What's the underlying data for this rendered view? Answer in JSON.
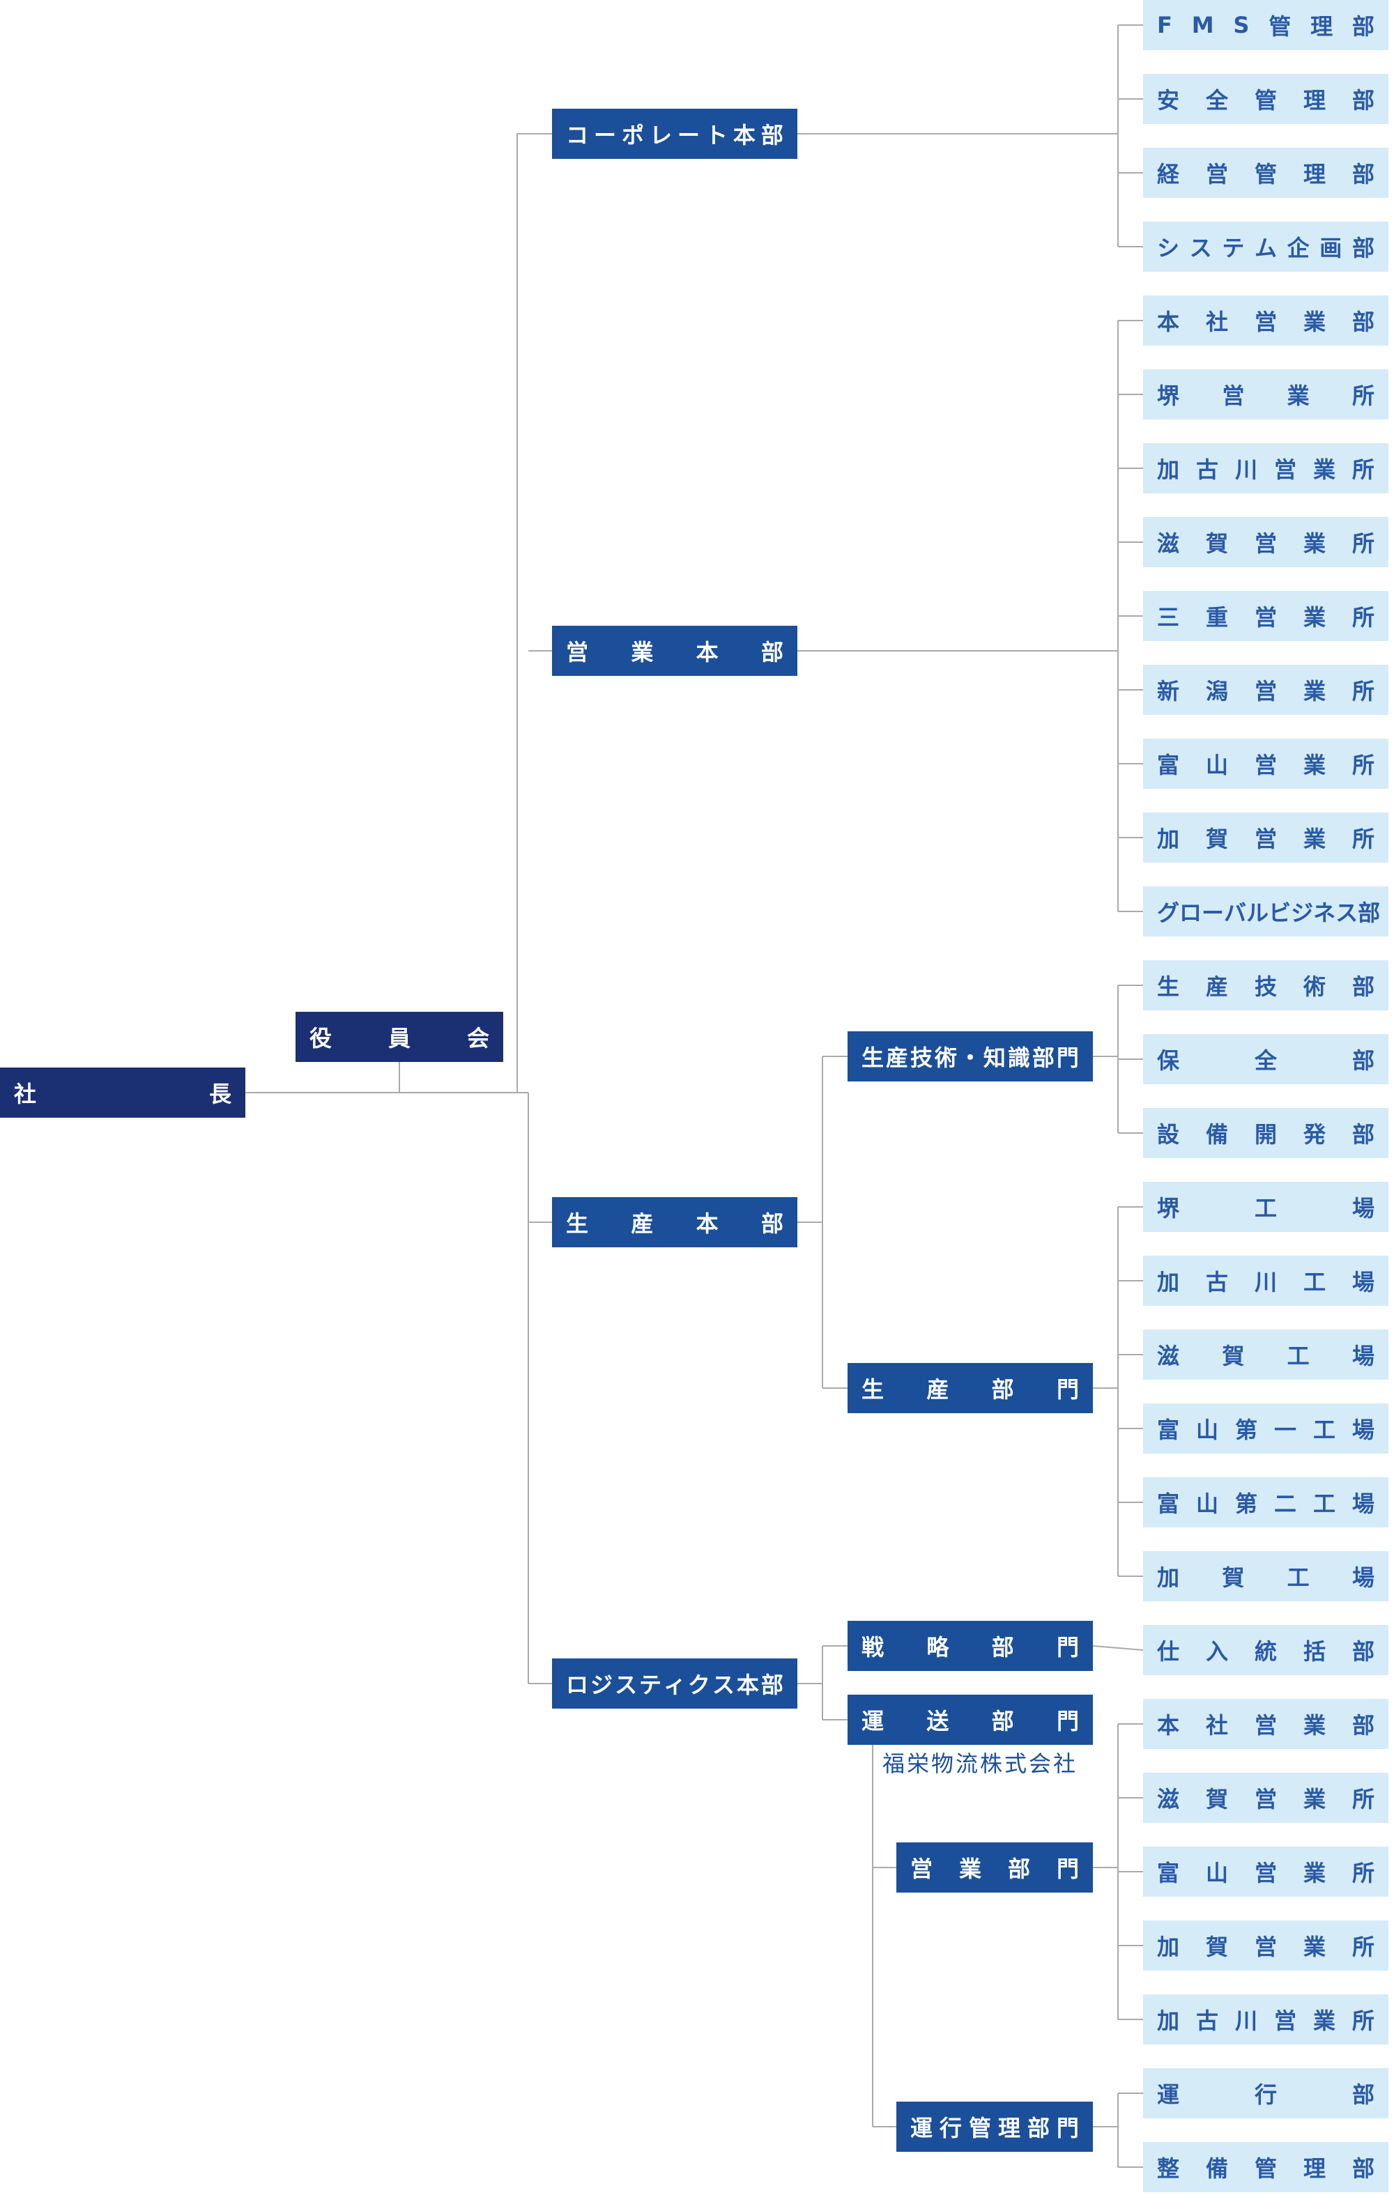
{
  "president": "社長",
  "board": "役員会",
  "divisions": {
    "corporate": "コーポレート本部",
    "sales": "営業本部",
    "production": "生産本部",
    "logistics": "ロジスティクス本部"
  },
  "sections": {
    "tech_knowledge": "生産技術・知識部門",
    "production": "生産部門",
    "strategy": "戦略部門",
    "transport": "運送部門",
    "sales": "営業部門",
    "operation": "運行管理部門"
  },
  "subsidiary": "福栄物流株式会社",
  "departments": {
    "corporate": [
      "FMS管理部",
      "安全管理部",
      "経営管理部",
      "システム企画部"
    ],
    "sales": [
      "本社営業部",
      "堺営業所",
      "加古川営業所",
      "滋賀営業所",
      "三重営業所",
      "新潟営業所",
      "富山営業所",
      "加賀営業所",
      "グローバルビジネス部"
    ],
    "tech_knowledge": [
      "生産技術部",
      "保全部",
      "設備開発部"
    ],
    "production": [
      "堺工場",
      "加古川工場",
      "滋賀工場",
      "富山第一工場",
      "富山第二工場",
      "加賀工場"
    ],
    "strategy": [
      "仕入統括部"
    ],
    "fukuei_sales": [
      "本社営業部",
      "滋賀営業所",
      "富山営業所",
      "加賀営業所",
      "加古川営業所"
    ],
    "operation": [
      "運行部",
      "整備管理部"
    ]
  },
  "colors": {
    "top": "#1b2f73",
    "mid": "#1b4f99",
    "leaf": "#d5ebf8",
    "leaf_text": "#2a5aa5",
    "line": "#aaaaaa"
  }
}
